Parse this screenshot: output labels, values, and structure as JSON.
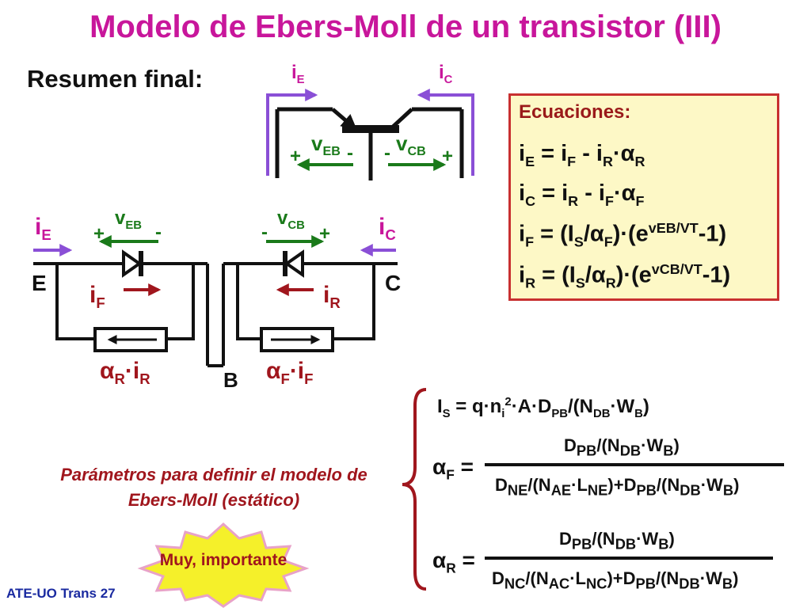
{
  "title": "Modelo de Ebers-Moll de un transistor (III)",
  "subtitle": "Resumen final:",
  "equations": {
    "heading": "Ecuaciones:",
    "eq1": {
      "a": "i",
      "as": "E",
      "b": " = i",
      "bs": "F",
      "c": " - i",
      "cs": "R",
      "d": "·α",
      "ds": "R"
    },
    "eq2": {
      "a": "i",
      "as": "C",
      "b": " = i",
      "bs": "R",
      "c": " - i",
      "cs": "F",
      "d": "·α",
      "ds": "F"
    },
    "eq3": {
      "a": "i",
      "as": "F",
      "b": " = (I",
      "bs": "S",
      "c": "/α",
      "cs": "F",
      "d": ")·(e",
      "sup": "vEB/VT",
      "e": "-1)"
    },
    "eq4": {
      "a": "i",
      "as": "R",
      "b": " = (I",
      "bs": "S",
      "c": "/α",
      "cs": "R",
      "d": ")·(e",
      "sup": "vCB/VT",
      "e": "-1)"
    }
  },
  "transistor": {
    "ie": {
      "t": "i",
      "s": "E"
    },
    "ic": {
      "t": "i",
      "s": "C"
    },
    "veb": {
      "t": "v",
      "s": "EB"
    },
    "vcb": {
      "t": "v",
      "s": "CB"
    },
    "plus": "+",
    "minus": "-"
  },
  "circuit": {
    "ie": {
      "t": "i",
      "s": "E"
    },
    "ic": {
      "t": "i",
      "s": "C"
    },
    "veb": {
      "t": "v",
      "s": "EB"
    },
    "vcb": {
      "t": "v",
      "s": "CB"
    },
    "node_e": "E",
    "node_c": "C",
    "node_b": "B",
    "i_f": {
      "t": "i",
      "s": "F"
    },
    "i_r": {
      "t": "i",
      "s": "R"
    },
    "src_left": {
      "a": "α",
      "as": "R",
      "b": "·i",
      "bs": "R"
    },
    "src_right": {
      "a": "α",
      "as": "F",
      "b": "·i",
      "bs": "F"
    },
    "plus": "+",
    "minus": "-"
  },
  "formulas": {
    "is_lhs": {
      "t": "I",
      "s": "S"
    },
    "is_rhs": {
      "a": " = q·n",
      "as": "i",
      "sup": "2",
      "b": "·A·D",
      "bs": "PB",
      "c": "/(N",
      "cs": "DB",
      "d": "·W",
      "ds": "B",
      "e": ")"
    },
    "af_lhs": {
      "t": "α",
      "s": "F",
      "eq": " ="
    },
    "af_num": {
      "a": "D",
      "as": "PB",
      "b": "/(N",
      "bs": "DB",
      "c": "·W",
      "cs": "B",
      "d": ")"
    },
    "af_den": {
      "a": "D",
      "as": "NE",
      "b": "/(N",
      "bs": "AE",
      "c": "·L",
      "cs": "NE",
      "d": ")+D",
      "ds": "PB",
      "e": "/(N",
      "es": "DB",
      "f": "·W",
      "fs": "B",
      "g": ")"
    },
    "ar_lhs": {
      "t": "α",
      "s": "R",
      "eq": " ="
    },
    "ar_num": {
      "a": "D",
      "as": "PB",
      "b": "/(N",
      "bs": "DB",
      "c": "·W",
      "cs": "B",
      "d": ")"
    },
    "ar_den": {
      "a": "D",
      "as": "NC",
      "b": "/(N",
      "bs": "AC",
      "c": "·L",
      "cs": "NC",
      "d": ")+D",
      "ds": "PB",
      "e": "/(N",
      "es": "DB",
      "f": "·W",
      "fs": "B",
      "g": ")"
    }
  },
  "parameters_note": "Parámetros para definir el modelo de Ebers-Moll (estático)",
  "badge": "Muy, importante",
  "footer": "ATE-UO Trans 27",
  "colors": {
    "title": "#c8169b",
    "arrow_current": "#8a4fd6",
    "voltage": "#1a7a1a",
    "diode_current": "#a0161d",
    "badge_fill": "#f5f02a",
    "badge_stroke": "#e8a2c8",
    "box_border": "#c83030",
    "box_fill": "#fdf8c6"
  }
}
